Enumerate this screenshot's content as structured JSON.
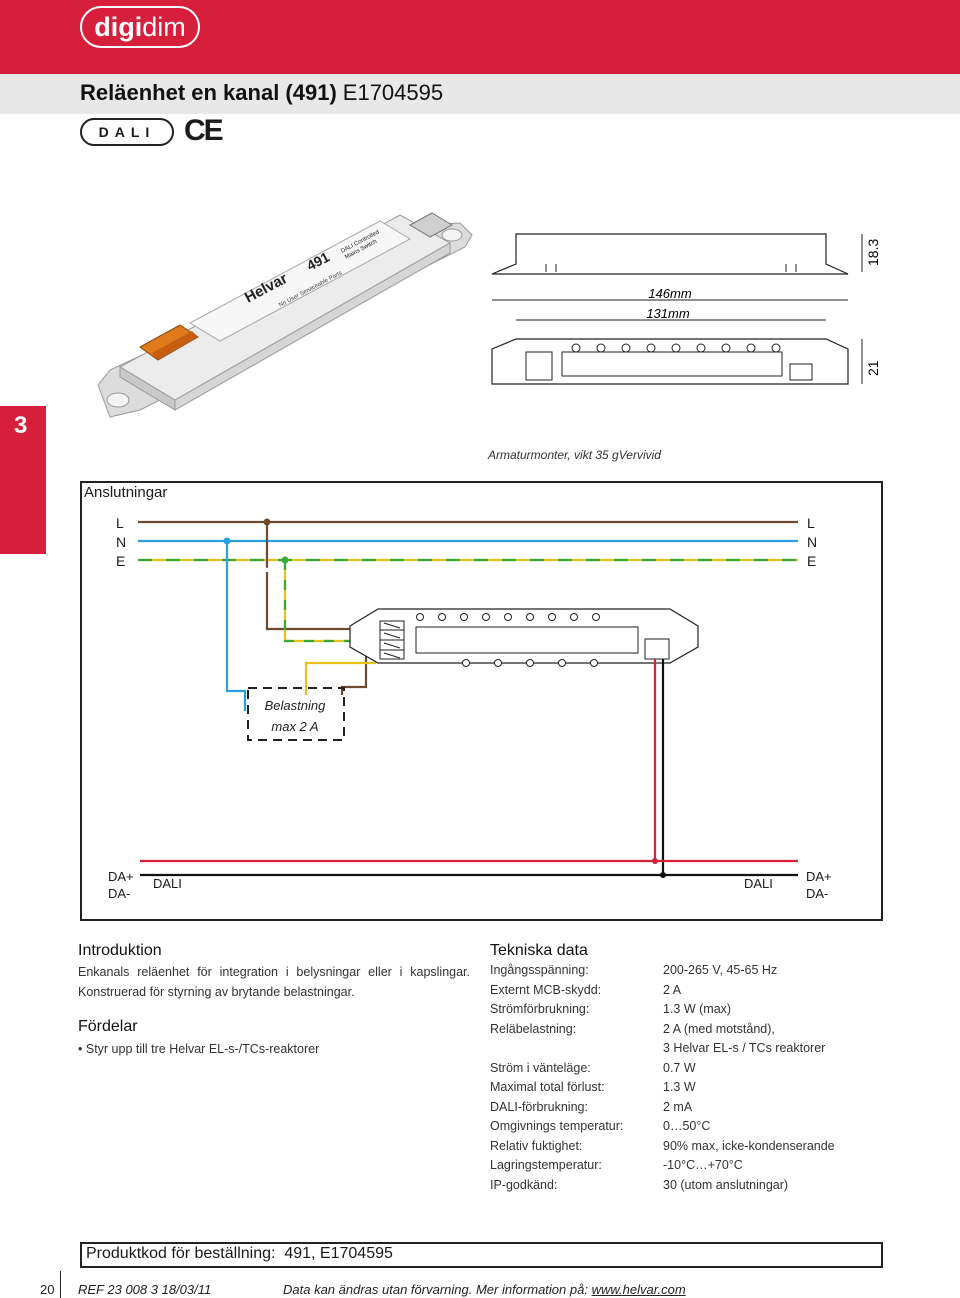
{
  "header": {
    "logo_bold": "digi",
    "logo_light": "dim",
    "title": "Reläenhet en kanal (491)",
    "product_code": "E1704595",
    "dali_logo": "DALI",
    "ce_mark": "CE"
  },
  "section_number": "3",
  "product_label": {
    "brand": "Helvar",
    "model": "491",
    "line1": "DALI Controlled",
    "line2": "Mains Switch",
    "line3": "No User Serviceable Parts"
  },
  "dimensions": {
    "width_total": "146mm",
    "width_mount": "131mm",
    "height": "18.3",
    "depth": "21"
  },
  "caption": "Armaturmonter, vikt 35 gVervivid",
  "connections": {
    "title": "Anslutningar",
    "left_labels": [
      "L",
      "N",
      "E"
    ],
    "right_labels": [
      "L",
      "N",
      "E"
    ],
    "load_line1": "Belastning",
    "load_line2": "max 2 A",
    "dali_left_plus": "DA+",
    "dali_left_minus": "DA-",
    "dali_left_label": "DALI",
    "dali_right_label": "DALI",
    "dali_right_plus": "DA+",
    "dali_right_minus": "DA-"
  },
  "introduction": {
    "heading": "Introduktion",
    "text": "Enkanals reläenhet för integration i belysningar eller i kapslingar. Konstruerad för styrning av brytande belastningar."
  },
  "advantages": {
    "heading": "Fördelar",
    "items": [
      "Styr upp till tre Helvar EL-s-/TCs-reaktorer"
    ]
  },
  "technical": {
    "heading": "Tekniska data",
    "rows": [
      {
        "key": "Ingångsspänning:",
        "value": "200-265 V, 45-65 Hz"
      },
      {
        "key": "Externt MCB-skydd:",
        "value": "2 A"
      },
      {
        "key": "Strömförbrukning:",
        "value": "1.3 W (max)"
      },
      {
        "key": "Reläbelastning:",
        "value": "2 A (med motstånd),"
      },
      {
        "key": "",
        "value": "3 Helvar EL-s / TCs reaktorer"
      },
      {
        "key": "Ström i vänteläge:",
        "value": "0.7 W"
      },
      {
        "key": "Maximal total förlust:",
        "value": "1.3 W"
      },
      {
        "key": "DALI-förbrukning:",
        "value": "2 mA"
      },
      {
        "key": "Omgivnings temperatur:",
        "value": "0…50°C"
      },
      {
        "key": "Relativ fuktighet:",
        "value": "90% max, icke-kondenserande"
      },
      {
        "key": "Lagringstemperatur:",
        "value": "-10°C…+70°C"
      },
      {
        "key": "IP-godkänd:",
        "value": "30  (utom anslutningar)"
      }
    ]
  },
  "order": {
    "label": "Produktkod för beställning:",
    "value": "491, E1704595"
  },
  "footer": {
    "page": "20",
    "ref": "REF 23 008 3 18/03/11",
    "note": "Data kan ändras utan förvarning. Mer information på:",
    "link": "www.helvar.com"
  },
  "colors": {
    "brand_red": "#d71e3a",
    "wire_live": "#6b4a2e",
    "wire_neutral": "#2aa0e0",
    "wire_earth": "#e8c21a",
    "wire_earth_stripe": "#38a838",
    "dali_plus": "#d71e3a",
    "dali_minus": "#111111"
  }
}
